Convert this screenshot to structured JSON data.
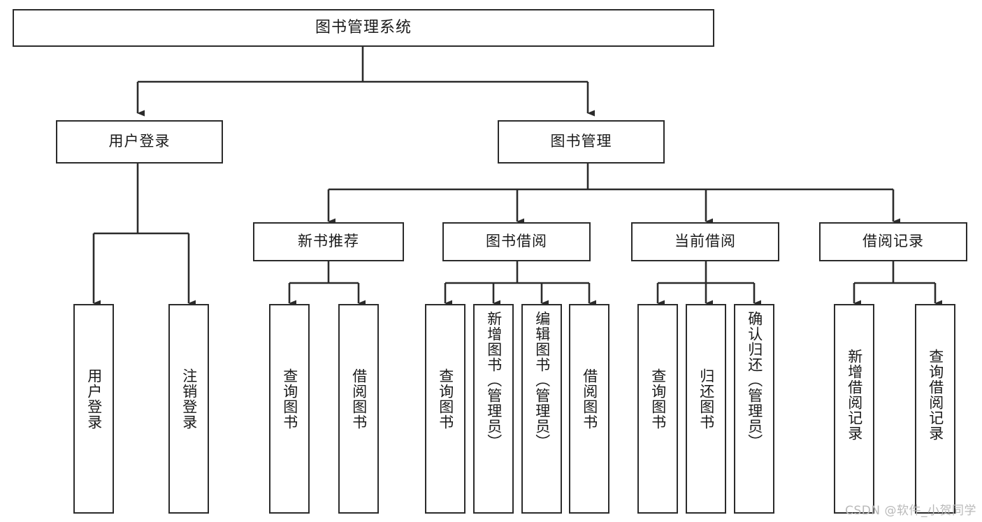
{
  "diagram": {
    "title": "图书管理系统",
    "watermark": "CSDN @软件_小贺同学",
    "line_color": "#2b2b2b",
    "box_fill": "#ffffff",
    "text_color": "#1a1a1a",
    "watermark_color": "#b9b9b9",
    "root": {
      "label": "图书管理系统"
    },
    "level1": [
      {
        "label": "用户登录"
      },
      {
        "label": "图书管理"
      }
    ],
    "level2": [
      {
        "label": "新书推荐"
      },
      {
        "label": "图书借阅"
      },
      {
        "label": "当前借阅"
      },
      {
        "label": "借阅记录"
      }
    ],
    "leaves": {
      "user_login": [
        {
          "label": "用户登录"
        },
        {
          "label": "注销登录"
        }
      ],
      "new_book": [
        {
          "label": "查询图书"
        },
        {
          "label": "借阅图书"
        }
      ],
      "book_borrow": [
        {
          "label": "查询图书"
        },
        {
          "label": "新增图书（管理员）"
        },
        {
          "label": "编辑图书（管理员）"
        },
        {
          "label": "借阅图书"
        }
      ],
      "current_borrow": [
        {
          "label": "查询图书"
        },
        {
          "label": "归还图书"
        },
        {
          "label": "确认归还（管理员）"
        }
      ],
      "borrow_record": [
        {
          "label": "新增借阅记录"
        },
        {
          "label": "查询借阅记录"
        }
      ]
    }
  }
}
